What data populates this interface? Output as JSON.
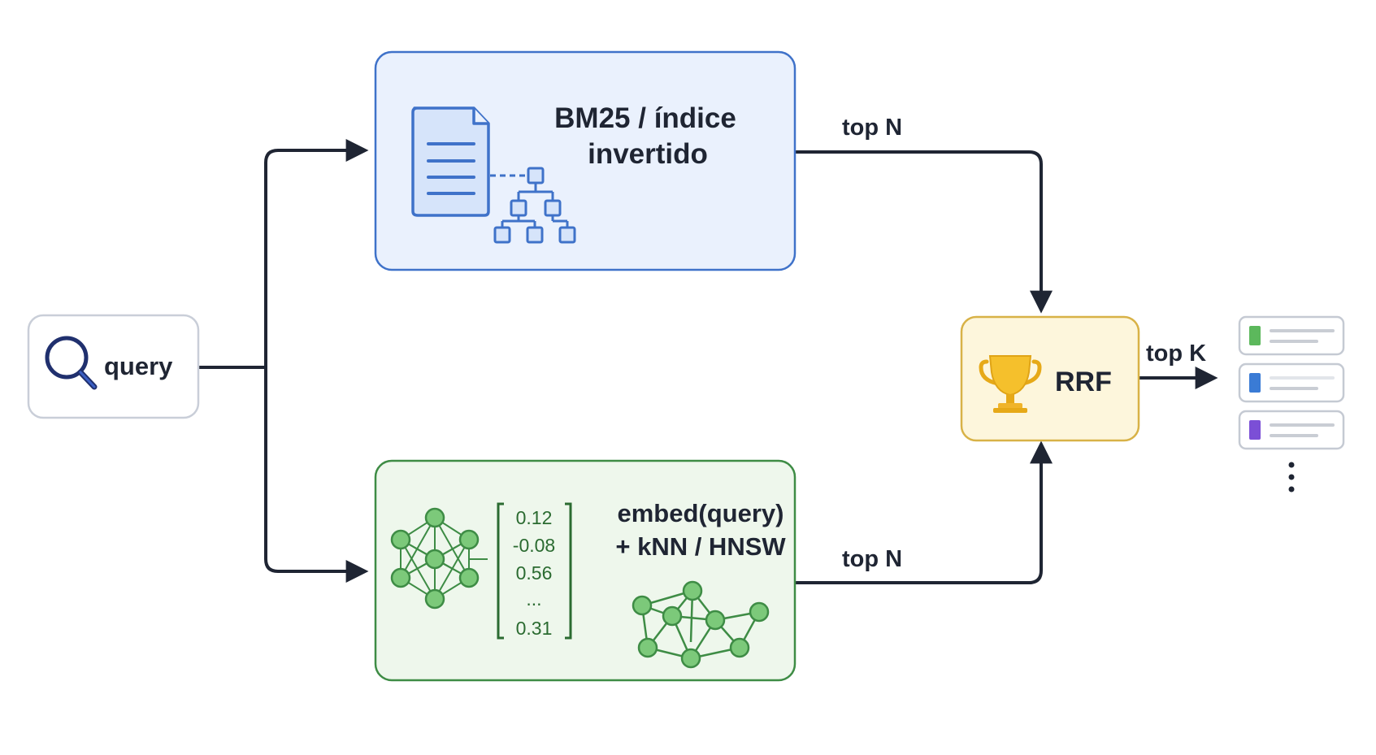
{
  "query": {
    "label": "query",
    "icon": "search-icon"
  },
  "bm25": {
    "title_line1": "BM25 / índice",
    "title_line2": "invertido",
    "icons": [
      "document-icon",
      "tree-index-icon"
    ]
  },
  "dense": {
    "title_line1": "embed(query)",
    "title_line2": "+ kNN / HNSW",
    "vector": [
      "0.12",
      "-0.08",
      "0.56",
      "...",
      "0.31"
    ],
    "icons": [
      "neural-network-icon",
      "hnsw-graph-icon"
    ]
  },
  "rrf": {
    "label": "RRF",
    "icon": "trophy-icon"
  },
  "edges": {
    "bm25_out": "top N",
    "dense_out": "top N",
    "rrf_out": "top K"
  },
  "results": {
    "icon": "result-list-icon",
    "marker_colors": [
      "#5cb85c",
      "#3a7bd5",
      "#7b4fd6"
    ],
    "more_icon": "vertical-ellipsis-icon"
  },
  "colors": {
    "bm25_fill": "#eaf1fd",
    "bm25_stroke": "#3f72c9",
    "dense_fill": "#eef7ec",
    "dense_stroke": "#3e8c45",
    "rrf_fill": "#fdf6dc",
    "rrf_stroke": "#d8b247",
    "edge": "#1f2533"
  }
}
